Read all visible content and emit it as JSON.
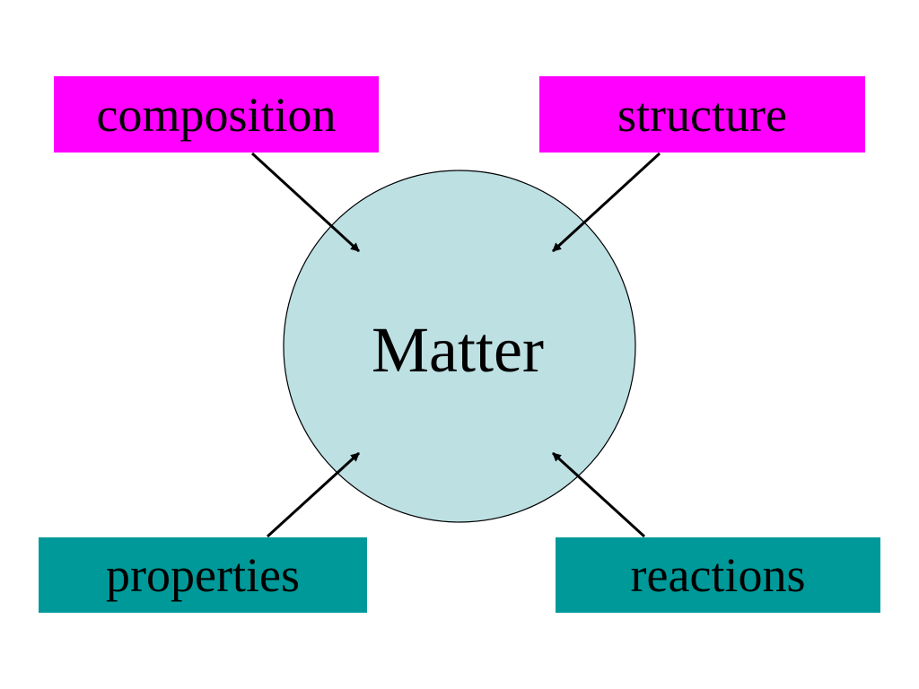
{
  "center": {
    "label": "Matter",
    "fill": "#bde0e3"
  },
  "boxes": {
    "top_left": {
      "label": "composition",
      "fill": "#ff00ff"
    },
    "top_right": {
      "label": "structure",
      "fill": "#ff00ff"
    },
    "bottom_left": {
      "label": "properties",
      "fill": "#009999"
    },
    "bottom_right": {
      "label": "reactions",
      "fill": "#009999"
    }
  },
  "arrow_color": "#000000"
}
